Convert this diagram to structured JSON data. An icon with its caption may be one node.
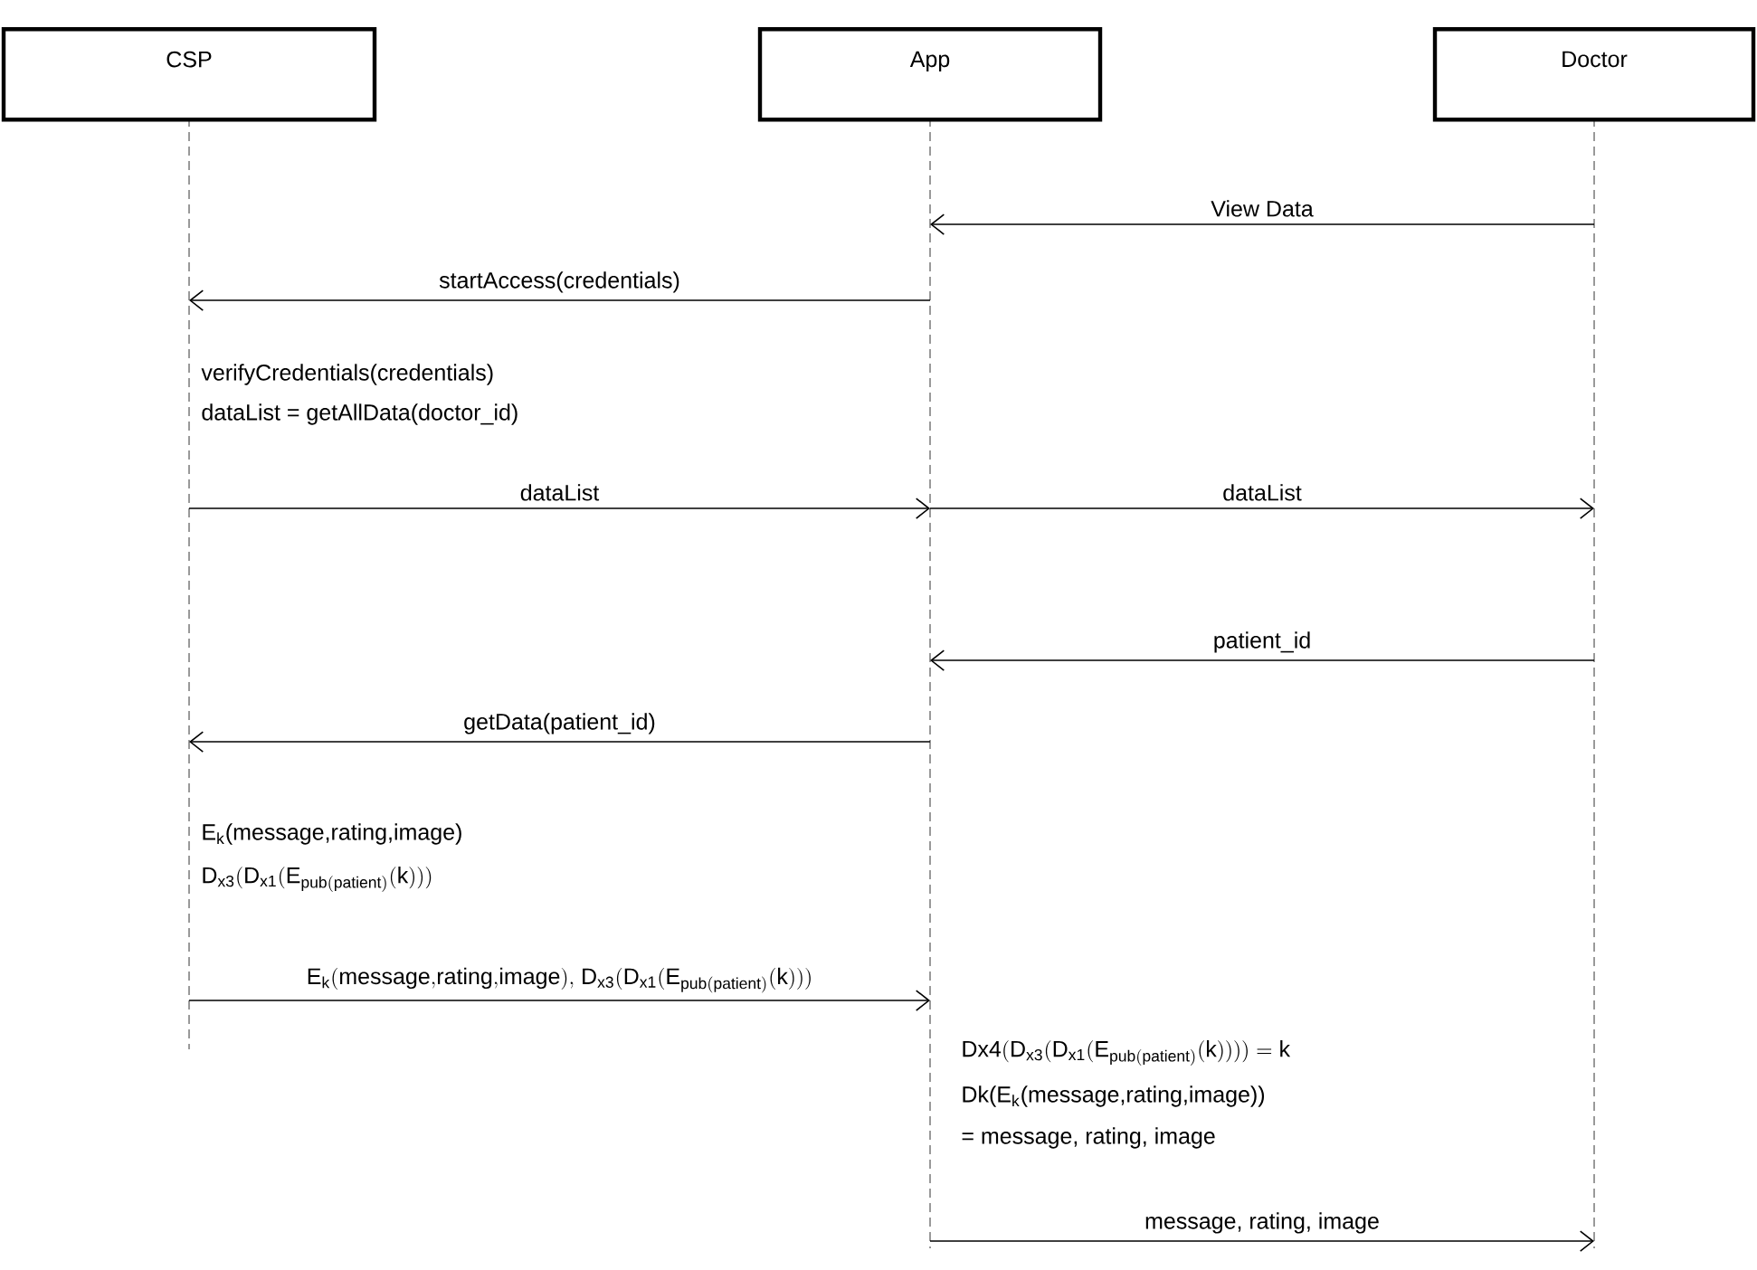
{
  "diagram": {
    "nodes": [
      {
        "text": [
          "CSP"
        ]
      },
      {
        "text": [
          "App"
        ]
      },
      {
        "text": [
          "Doctor"
        ]
      }
    ],
    "edges": [
      {
        "from": 2,
        "to": 1,
        "arrow": "to",
        "label": "View Data"
      },
      {
        "from": 1,
        "to": 0,
        "arrow": "to",
        "label": "startAccess(credentials)"
      },
      {
        "from": 0,
        "to": 1,
        "arrow": "to",
        "label": "dataList"
      },
      {
        "from": 1,
        "to": 2,
        "arrow": "to",
        "label": "dataList"
      },
      {
        "from": 2,
        "to": 1,
        "arrow": "to",
        "label": "patient_id"
      },
      {
        "from": 1,
        "to": 0,
        "arrow": "to",
        "label": "getData(patient_id)"
      },
      {
        "from": 0,
        "to": 1,
        "arrow": "to",
        "label": "\\mathrm{E_{k}(message{,}rating{,}image){,}\\ D_{x3}(D_{x1}(E_{pub(patient)}(k)))}"
      },
      {
        "from": 1,
        "to": 2,
        "arrow": "to",
        "label": "message, rating, image"
      }
    ],
    "labels": [
      "verifyCredentials(credentials)",
      "dataList = getAllData(doctor_id)",
      "E$_{k}$(message,rating,image)",
      "\\mathrm{D_{x3}(D_{x1}(E_{pub(patient)}(k)))}",
      "\\mathrm{Dx4(D_{x3}(D_{x1}(E_{pub(patient)}(k))))\\ {=}\\ k}",
      "Dk(E$_{k}$(message,rating,image))",
      "= message, rating, image"
    ]
  }
}
